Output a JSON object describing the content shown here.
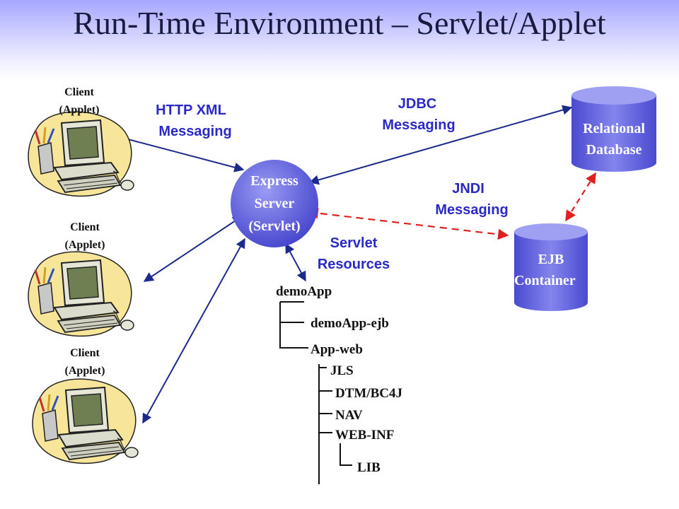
{
  "title": "Run-Time Environment – Servlet/Applet",
  "clients": [
    {
      "line1": "Client",
      "line2": "(Applet)"
    },
    {
      "line1": "Client",
      "line2": "(Applet)"
    },
    {
      "line1": "Client",
      "line2": "(Applet)"
    }
  ],
  "server": {
    "line1": "Express",
    "line2": "Server",
    "line3": "(Servlet)"
  },
  "database": {
    "line1": "Relational",
    "line2": "Database"
  },
  "ejb": {
    "line1": "EJB",
    "line2": "Container"
  },
  "labels": {
    "http_line1": "HTTP XML",
    "http_line2": "Messaging",
    "jdbc_line1": "JDBC",
    "jdbc_line2": "Messaging",
    "jndi_line1": "JNDI",
    "jndi_line2": "Messaging",
    "servlet_line1": "Servlet",
    "servlet_line2": "Resources"
  },
  "tree": {
    "root": "demoApp",
    "ejb": "demoApp-ejb",
    "web": "App-web",
    "jls": "JLS",
    "dtm": "DTM/BC4J",
    "nav": "NAV",
    "webinf": "WEB-INF",
    "lib": "LIB"
  },
  "colors": {
    "arrow": "#1c2a8c",
    "dashed_arrow": "#e02020",
    "label_blue": "#2929c8",
    "node_fill": "#6868e0"
  }
}
